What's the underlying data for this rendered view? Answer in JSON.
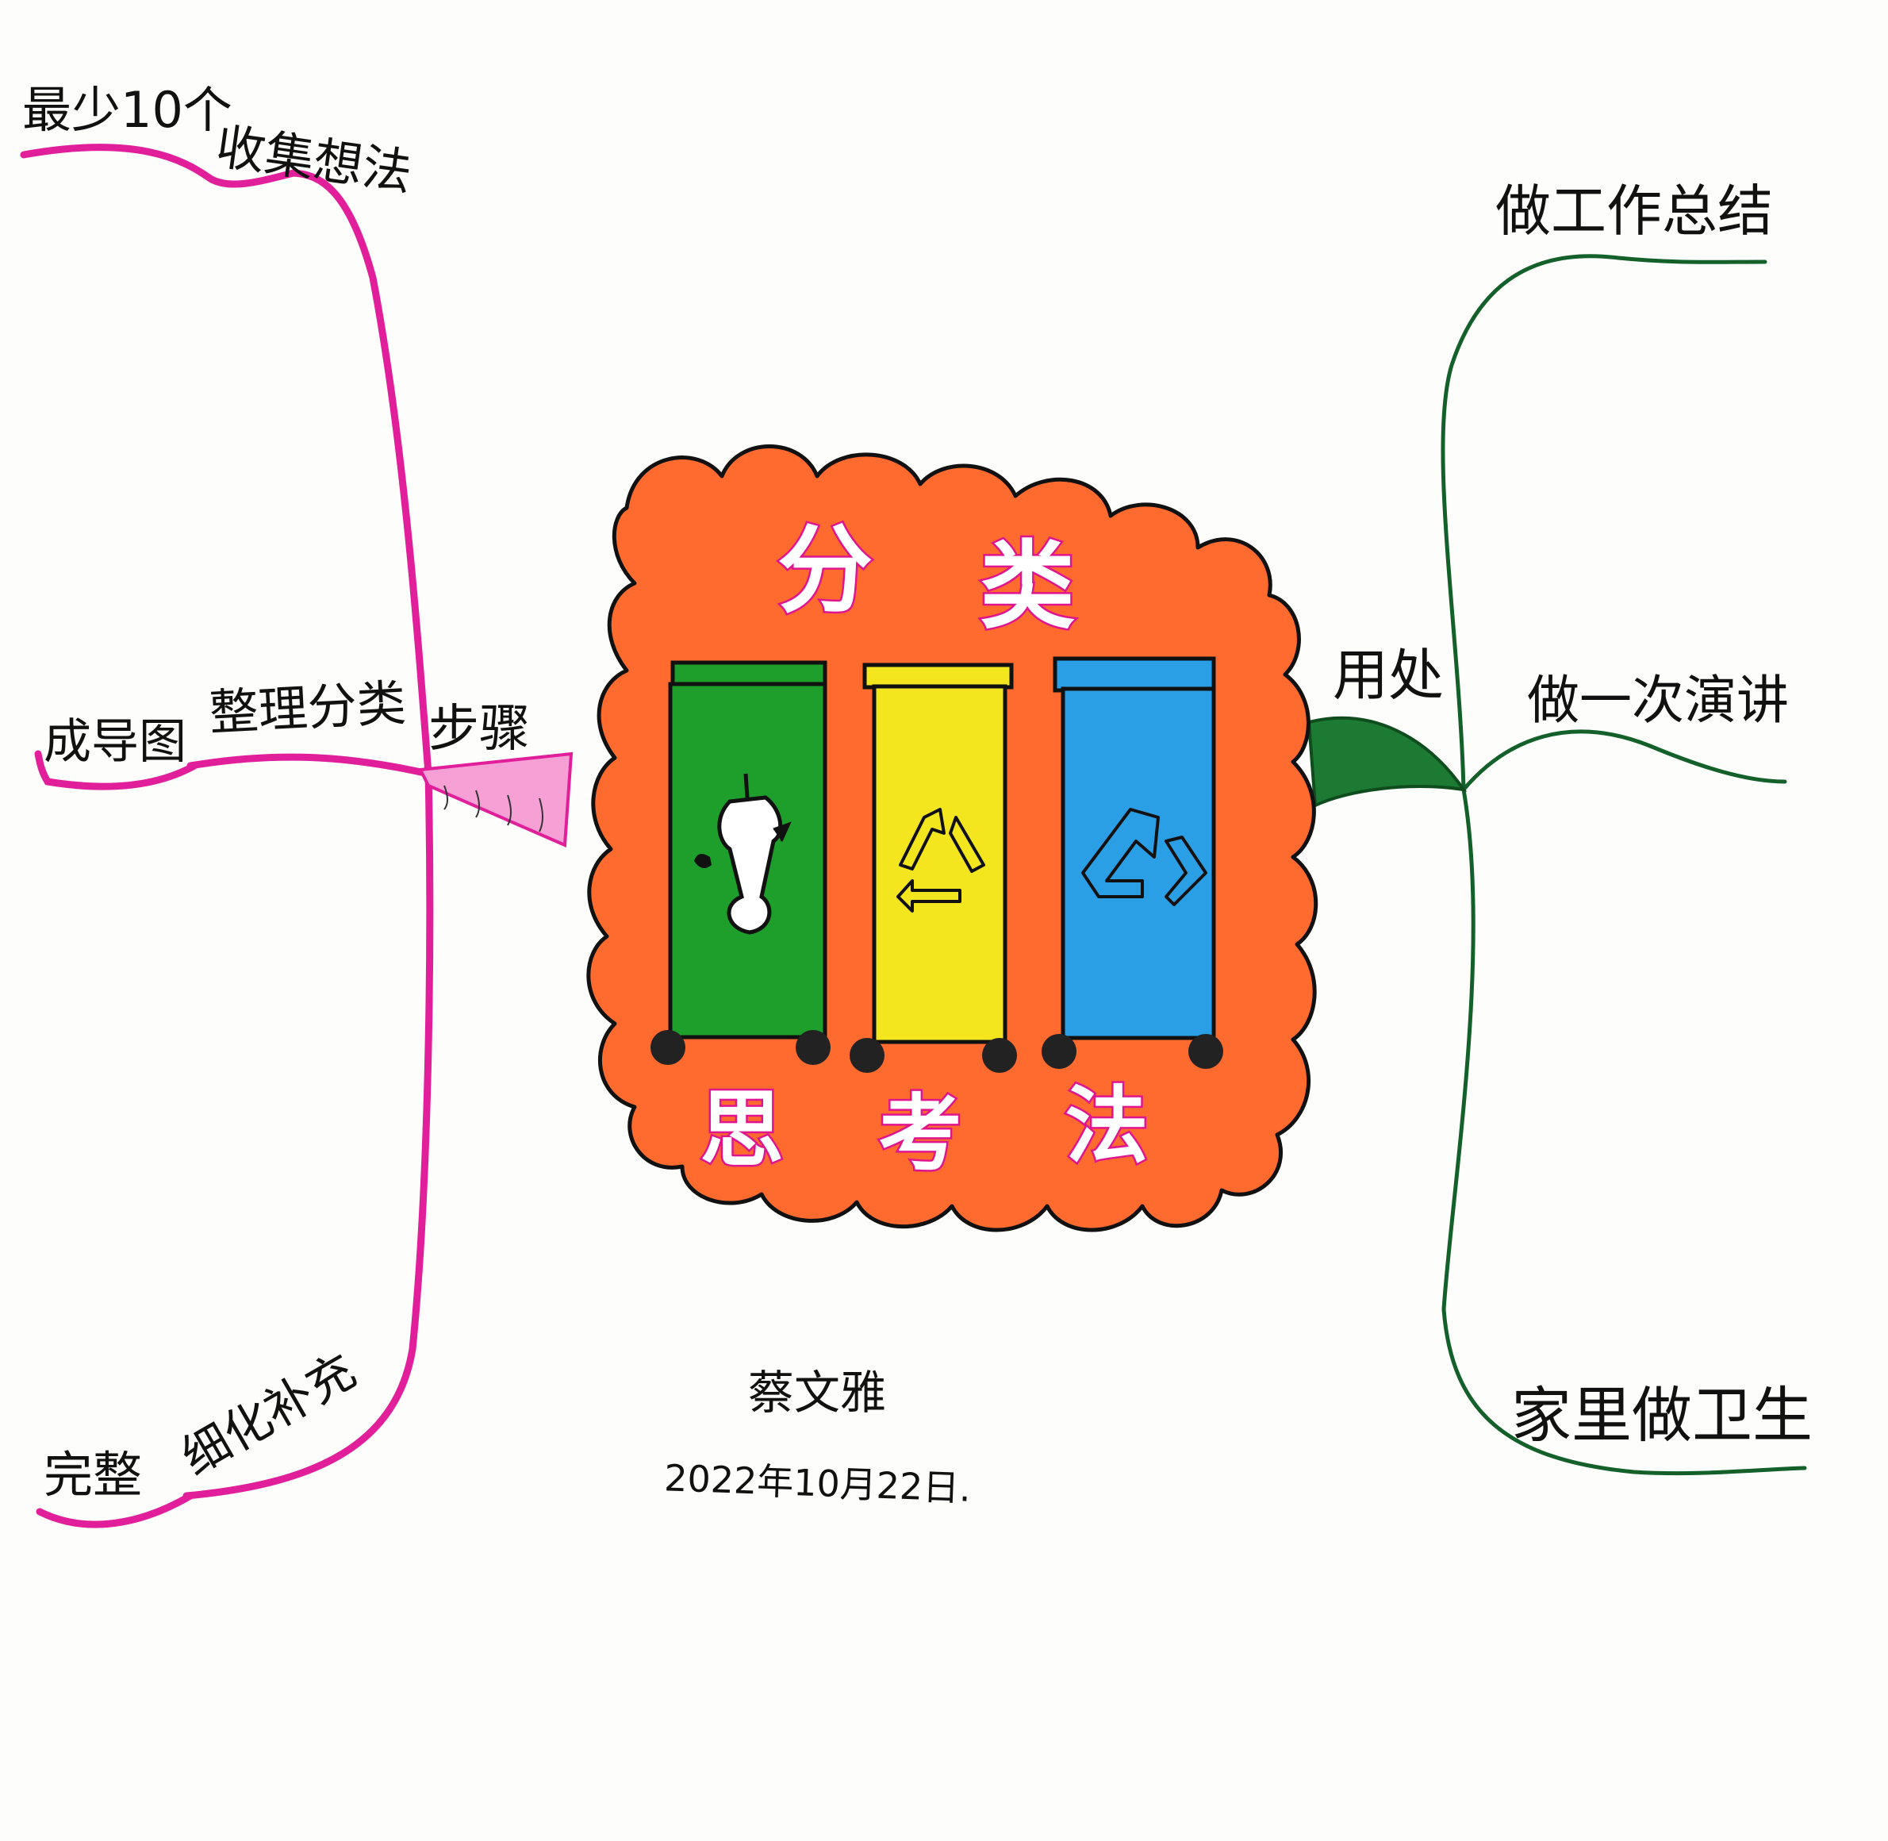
{
  "central": {
    "title_top": [
      "分",
      "类"
    ],
    "title_bottom": [
      "思",
      "考",
      "法"
    ]
  },
  "colors": {
    "cloud": "#ff6a2e",
    "left_branch": "#e21f9a",
    "right_branch": "#14602a",
    "bin_green": "#1e9e2a",
    "bin_yellow": "#f4e61e",
    "bin_blue": "#2b9fe6",
    "title_fill": "#ffffff",
    "title_outline": "#e0148e"
  },
  "bins": [
    {
      "color": "green",
      "icon": "apple-core-icon"
    },
    {
      "color": "yellow",
      "icon": "recycle-triangle-icon"
    },
    {
      "color": "blue",
      "icon": "recycle-loop-icon"
    }
  ],
  "left_branch": {
    "label": "步骤",
    "steps": [
      {
        "label": "收集想法",
        "leaf": "最少10个"
      },
      {
        "label": "整理分类",
        "leaf": "成导图"
      },
      {
        "label": "细化补充",
        "leaf": "完整"
      }
    ]
  },
  "right_branch": {
    "label": "用处",
    "items": [
      "做工作总结",
      "做一次演讲",
      "家里做卫生"
    ]
  },
  "signature": {
    "name": "蔡文雅",
    "date": "2022年10月22日."
  }
}
